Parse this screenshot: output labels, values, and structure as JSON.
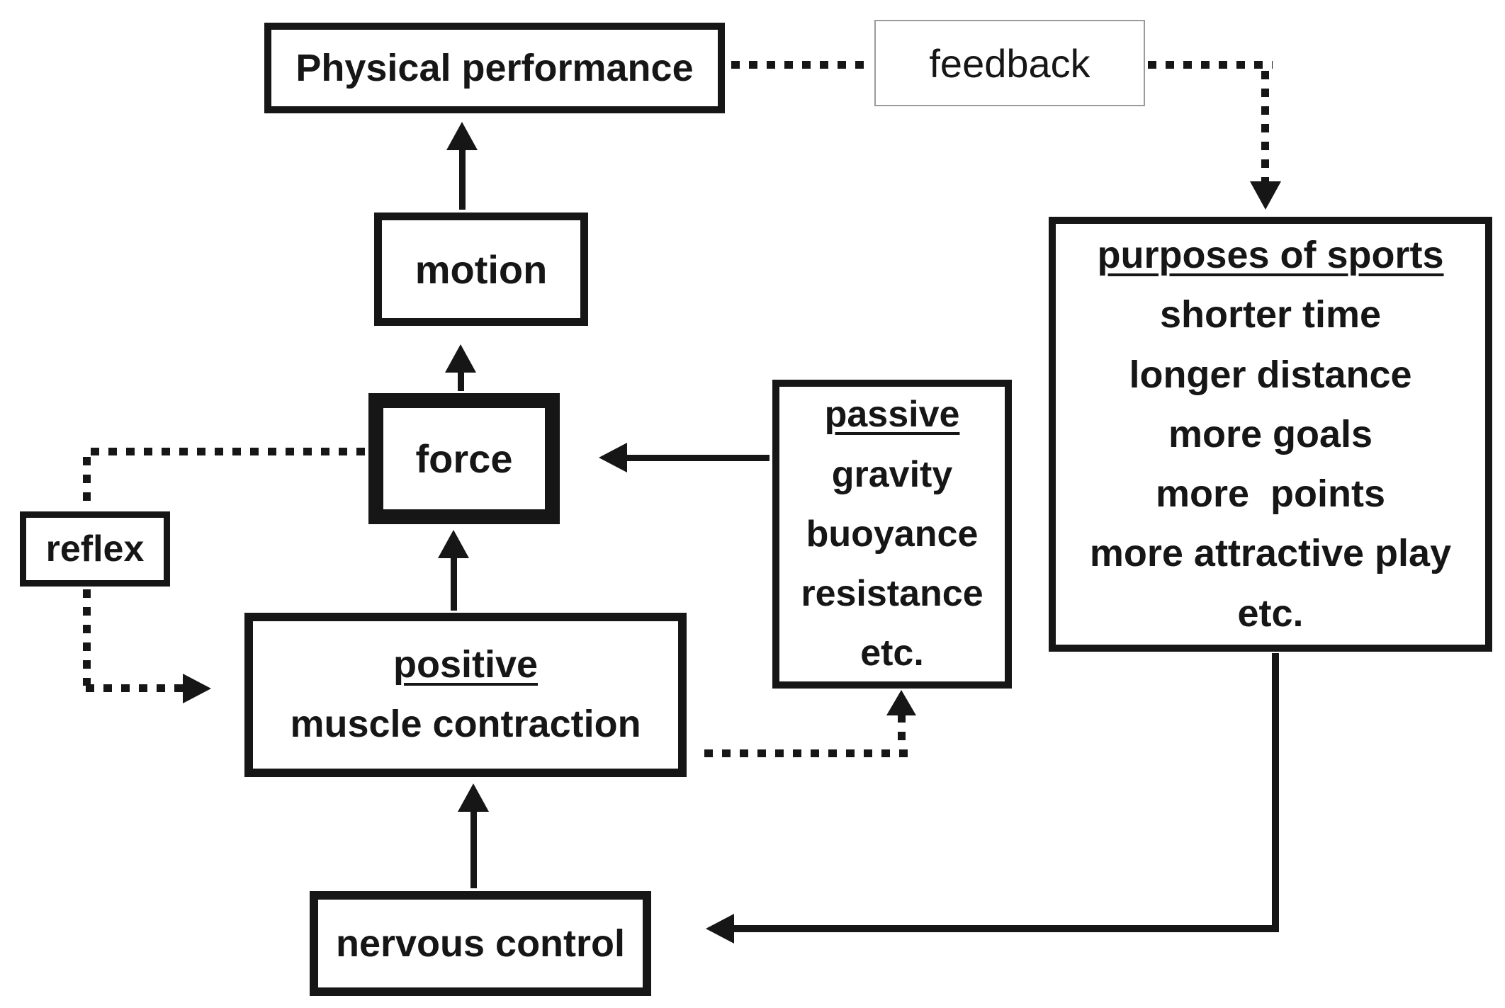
{
  "diagram": {
    "background_color": "#ffffff",
    "ink_color": "#161616",
    "feedback_border_color": "#9b9b9b",
    "nodes": {
      "physical_performance": {
        "label": "Physical performance"
      },
      "feedback": {
        "label": "feedback"
      },
      "motion": {
        "label": "motion"
      },
      "force": {
        "label": "force"
      },
      "reflex": {
        "label": "reflex"
      },
      "muscle_contraction": {
        "title": "positive",
        "label": "muscle contraction"
      },
      "passive": {
        "title": "passive",
        "items": [
          "gravity",
          "buoyance",
          "resistance",
          "etc."
        ]
      },
      "purposes_of_sports": {
        "title": "purposes of sports",
        "items": [
          "shorter time",
          "longer distance",
          "more goals",
          "more  points",
          "more attractive play",
          "etc."
        ]
      },
      "nervous_control": {
        "label": "nervous control"
      }
    },
    "connections": [
      {
        "from": "nervous_control",
        "to": "muscle_contraction",
        "style": "solid-arrow"
      },
      {
        "from": "muscle_contraction",
        "to": "force",
        "style": "solid-arrow"
      },
      {
        "from": "force",
        "to": "motion",
        "style": "solid-arrow"
      },
      {
        "from": "motion",
        "to": "physical_performance",
        "style": "solid-arrow"
      },
      {
        "from": "passive",
        "to": "force",
        "style": "solid-arrow"
      },
      {
        "from": "purposes_of_sports",
        "to": "nervous_control",
        "style": "solid-arrow"
      },
      {
        "from": "physical_performance",
        "to": "feedback",
        "style": "dotted"
      },
      {
        "from": "feedback",
        "to": "purposes_of_sports",
        "style": "dotted-arrow"
      },
      {
        "from": "force",
        "to": "reflex",
        "style": "dotted"
      },
      {
        "from": "reflex",
        "to": "muscle_contraction",
        "style": "dotted-arrow"
      },
      {
        "from": "muscle_contraction",
        "to": "passive",
        "style": "dotted-arrow"
      }
    ]
  }
}
